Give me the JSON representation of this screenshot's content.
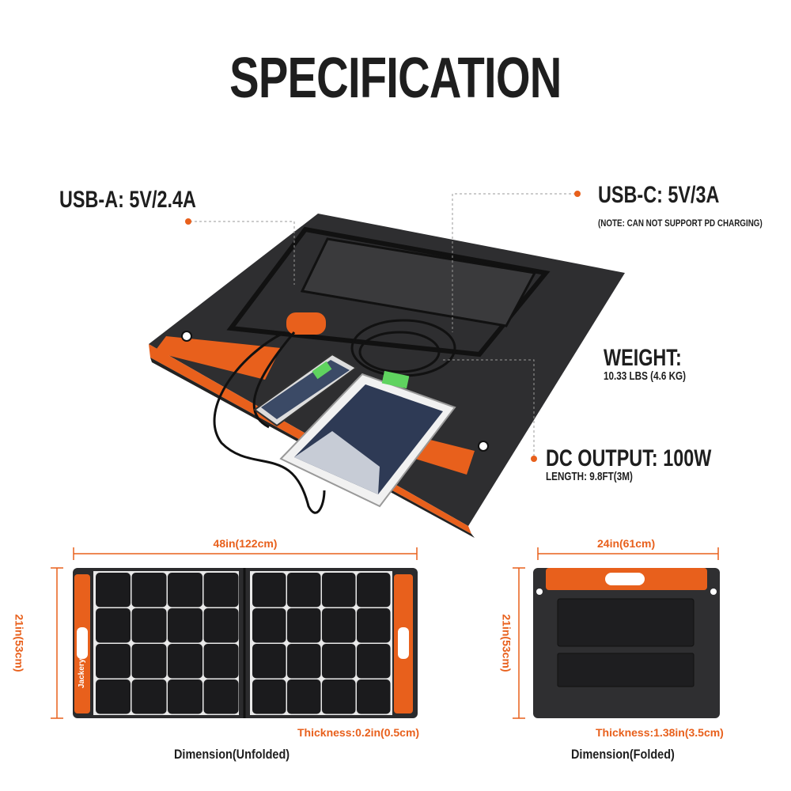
{
  "title": "SPECIFICATION",
  "callouts": {
    "usb_a": "USB-A: 5V/2.4A",
    "usb_c": "USB-C: 5V/3A",
    "usb_c_note": "(NOTE: CAN NOT SUPPORT PD CHARGING)",
    "weight": "WEIGHT:",
    "weight_value": "10.33 LBS (4.6 KG)",
    "dc_output": "DC OUTPUT: 100W",
    "dc_length": "LENGTH: 9.8FT(3M)"
  },
  "unfolded": {
    "width": "48in(122cm)",
    "height": "21in(53cm)",
    "thickness": "Thickness:0.2in(0.5cm)",
    "caption": "Dimension(Unfolded)",
    "brand": "Jackery"
  },
  "folded": {
    "width": "24in(61cm)",
    "height": "21in(53cm)",
    "thickness": "Thickness:1.38in(3.5cm)",
    "caption": "Dimension(Folded)"
  },
  "colors": {
    "accent": "#e8601c",
    "panel": "#2b2b2d",
    "cell": "#1b1b1d",
    "text": "#1e1e1e"
  }
}
